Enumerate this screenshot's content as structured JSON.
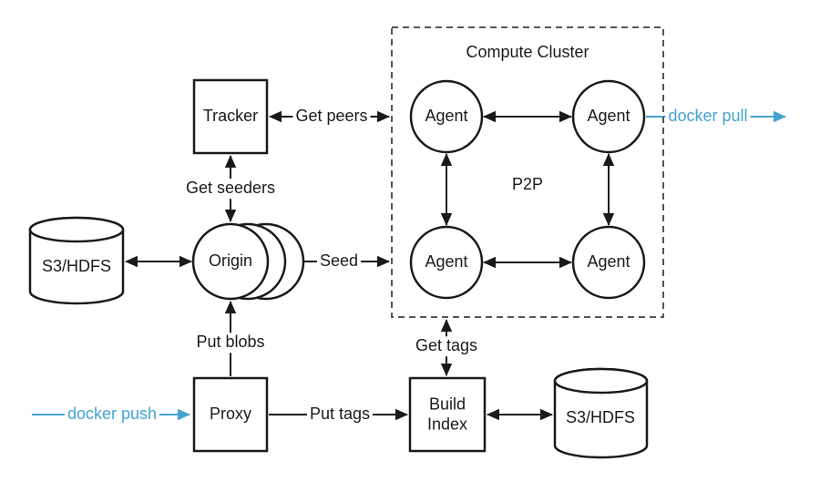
{
  "diagram": {
    "cluster_title": "Compute Cluster",
    "p2p_label": "P2P",
    "nodes": {
      "tracker": "Tracker",
      "origin": "Origin",
      "proxy": "Proxy",
      "build_index": "Build\nIndex",
      "storage_left": "S3/HDFS",
      "storage_right": "S3/HDFS",
      "agent_top_left": "Agent",
      "agent_top_right": "Agent",
      "agent_bottom_left": "Agent",
      "agent_bottom_right": "Agent"
    },
    "edges": {
      "get_peers": "Get peers",
      "get_seeders": "Get seeders",
      "seed": "Seed",
      "put_blobs": "Put blobs",
      "put_tags": "Put tags",
      "get_tags": "Get tags",
      "docker_push": "docker push",
      "docker_pull": "docker pull"
    },
    "colors": {
      "accent_blue": "#45a3d1",
      "ink": "#1a1a1a",
      "cluster_border": "#555555"
    }
  }
}
